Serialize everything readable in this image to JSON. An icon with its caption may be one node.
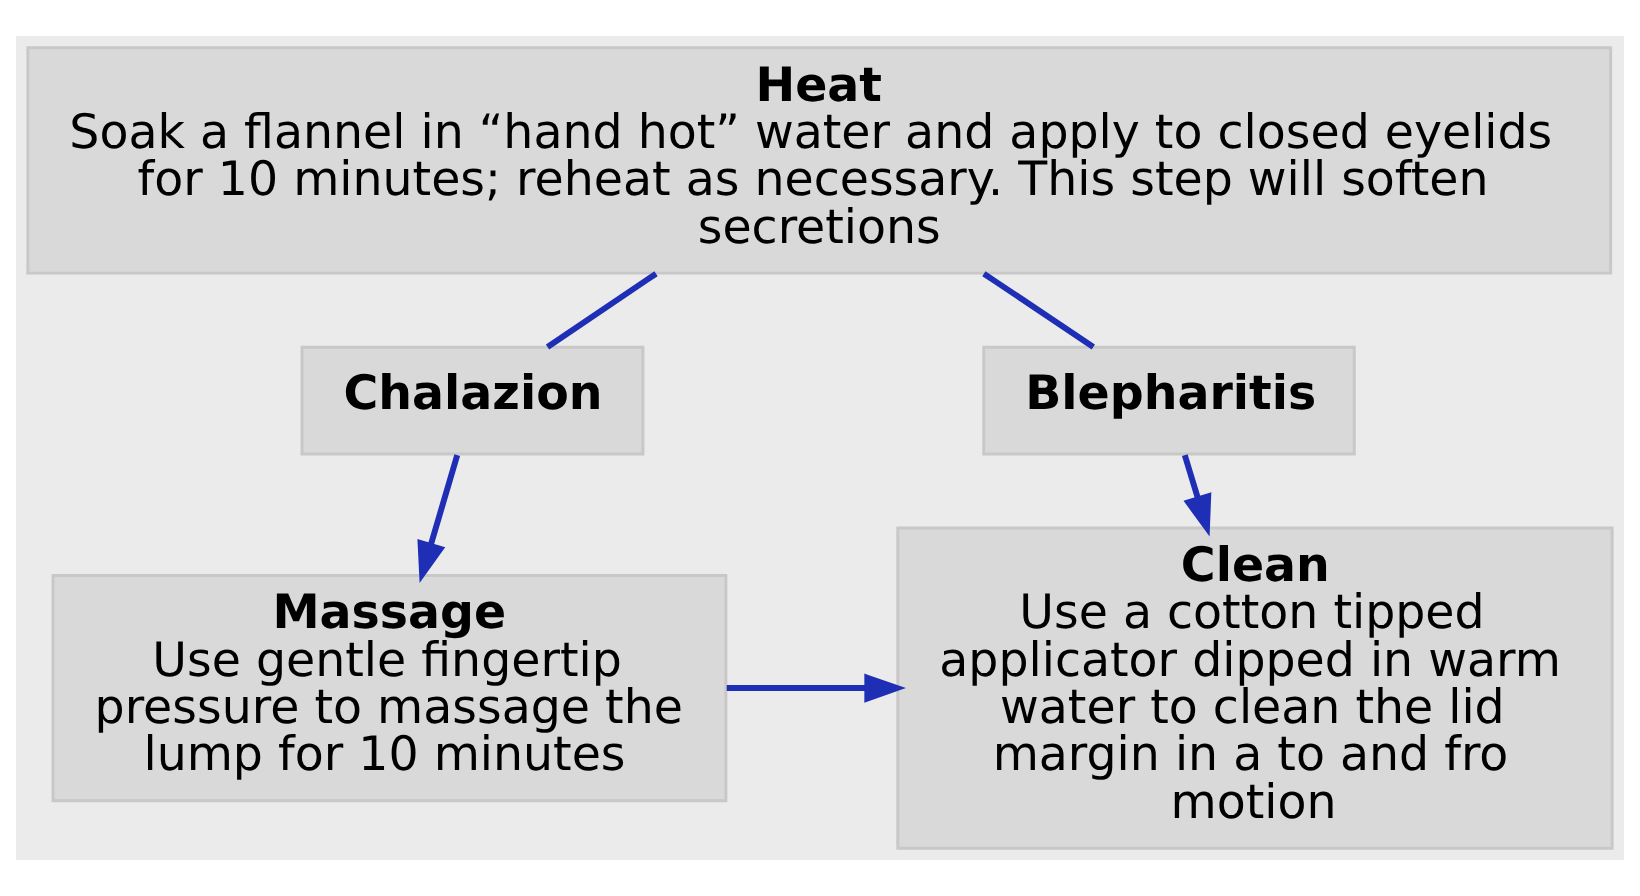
{
  "diagram": {
    "nodes": [
      {
        "text": [
          "Heat",
          "Soak a flannel in “hand hot” water and apply to closed eyelids for 10 minutes; reheat as necessary. This step will soften secretions"
        ]
      },
      {
        "text": [
          "Chalazion"
        ]
      },
      {
        "text": [
          "Blepharitis"
        ]
      },
      {
        "text": [
          "Massage",
          "Use gentle fingertip pressure to massage the lump for 10 minutes"
        ]
      },
      {
        "text": [
          "Clean",
          "Use a cotton tipped applicator dipped in warm water to clean the lid margin in a to and fro motion"
        ]
      }
    ],
    "edges": [
      {
        "from": 0,
        "to": 1,
        "arrow": "none"
      },
      {
        "from": 1,
        "to": 3,
        "arrow": "to"
      },
      {
        "from": 0,
        "to": 2,
        "arrow": "none"
      },
      {
        "from": 2,
        "to": 4,
        "arrow": "to"
      },
      {
        "from": 3,
        "to": 4,
        "arrow": "to"
      }
    ]
  }
}
